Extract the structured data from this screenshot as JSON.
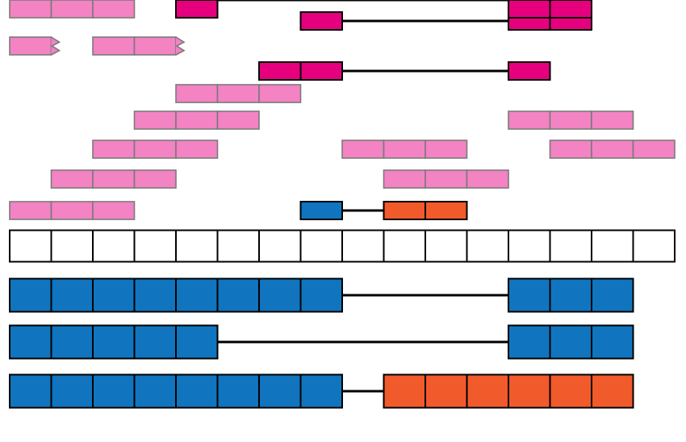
{
  "colors": {
    "reference": "#ffffff",
    "read": "#f383c3",
    "read_border": "#7a7a7a",
    "junction_read": "#e6007e",
    "exon_a": "#1075be",
    "exon_b": "#f15a2b",
    "outline": "#000000",
    "intron_line": "#000000"
  },
  "reference_track": {
    "columns": 16
  },
  "tracks": [
    {
      "kind": "junction_read",
      "segments": [
        {
          "type": "junction",
          "start": 7,
          "length": 1
        },
        {
          "type": "junction",
          "start": 12,
          "length": 2
        }
      ]
    },
    {
      "kind": "read",
      "segments": [
        {
          "type": "read",
          "start": 0,
          "length": 1,
          "clipped": true
        },
        {
          "type": "read",
          "start": 2,
          "length": 2,
          "clipped": true
        }
      ]
    },
    {
      "kind": "junction_read",
      "segments": [
        {
          "type": "junction",
          "start": 6,
          "length": 2
        },
        {
          "type": "junction",
          "start": 12,
          "length": 1
        }
      ]
    },
    {
      "kind": "read",
      "segments": [
        {
          "type": "read",
          "start": 4,
          "length": 3
        }
      ]
    },
    {
      "kind": "read",
      "segments": [
        {
          "type": "read",
          "start": 3,
          "length": 3
        },
        {
          "type": "read",
          "start": 12,
          "length": 3
        }
      ]
    },
    {
      "kind": "read",
      "segments": [
        {
          "type": "read",
          "start": 2,
          "length": 3
        },
        {
          "type": "read",
          "start": 8,
          "length": 3
        },
        {
          "type": "read",
          "start": 13,
          "length": 3
        }
      ]
    },
    {
      "kind": "read",
      "segments": [
        {
          "type": "read",
          "start": 1,
          "length": 3
        },
        {
          "type": "read",
          "start": 9,
          "length": 3
        }
      ]
    },
    {
      "kind": "mixed",
      "segments": [
        {
          "type": "read",
          "start": 0,
          "length": 3
        },
        {
          "type": "exon_a",
          "start": 7,
          "length": 1
        },
        {
          "type": "exon_b",
          "start": 9,
          "length": 2
        }
      ]
    },
    {
      "kind": "junction_read",
      "segments": [
        {
          "type": "read",
          "start": 0,
          "length": 3
        },
        {
          "type": "junction",
          "start": 4,
          "length": 1
        },
        {
          "type": "junction",
          "start": 12,
          "length": 2
        }
      ]
    }
  ],
  "transcripts": [
    {
      "segments": [
        {
          "type": "exon_a",
          "start": 0,
          "length": 8
        },
        {
          "type": "exon_a",
          "start": 12,
          "length": 3
        }
      ]
    },
    {
      "segments": [
        {
          "type": "exon_a",
          "start": 0,
          "length": 5
        },
        {
          "type": "exon_a",
          "start": 12,
          "length": 3
        }
      ]
    },
    {
      "segments": [
        {
          "type": "exon_a",
          "start": 0,
          "length": 8
        },
        {
          "type": "exon_b",
          "start": 9,
          "length": 6
        }
      ]
    }
  ]
}
